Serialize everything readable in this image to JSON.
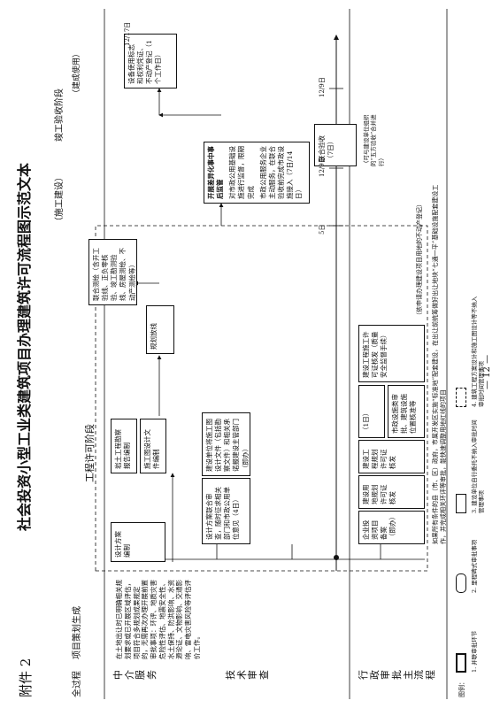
{
  "header": {
    "attachment": "附件 2",
    "title": "社会投资小型工业类建筑项目办理建筑许可流程图示范文本",
    "subtitle": "（建成使用）"
  },
  "left_axis": {
    "overall": "全过程",
    "plan": "项目策划生成",
    "intermediary": [
      "中",
      "介",
      "服",
      "务"
    ],
    "tech_review": [
      "技",
      "术",
      "审",
      "查"
    ],
    "admin": [
      "行",
      "政",
      "审",
      "批",
      "主",
      "流",
      "程"
    ]
  },
  "stages": {
    "permit": "工程许可阶段",
    "construction": "（施工建设）",
    "acceptance": "竣工验收阶段"
  },
  "plan_note": "在土地出让时已明确相关规划要求或已开展区域评估，项目符合多规划成果规定的，无需再次办理开展前置审批事项：环评、地质灾害危险性评估、地震安全性、水土保持、防洪影响、水资源论证、文物影响、交通影响、雷电灾害风险等评估评价工作。",
  "boxes": {
    "design": "设计方案编制",
    "survey": "岩土工程勘察报告编制",
    "drawings": "施工图设计文件编制",
    "locate": "规划放线",
    "joint_survey": "联合测绘（含开工验线、正负零核验、竣工勘测验线、房屋测绘、不动产测绘等）",
    "design_review": "设计方案联合审查，随时征求相关部门和市政公用单位意见（4日）",
    "drawing_review": "建设单位将施工图设计文件（包括勘察文件）和相关承诺报建设主管部门（即办）",
    "filing": "企业投资项目备案（即办）",
    "land_permit": "建设用地规划许可证核发",
    "project_permit": "建设工程规划许可证核发",
    "duration": "（1日）",
    "municipal": "市政设施类审批、建筑设施位置核准等",
    "construction_permit": "建设工程施工许可证核发（质量安全监督手续）",
    "process_note": "（依申请办理建设项目用地的不动产登记）",
    "supervision": "开展差异化事中事后监管",
    "mid_check": "对市政公用基础设施进行监督，限期完成",
    "utility": "市政公用服务企业主动服务，在联合验收前完成市政设施接入（7日/14日）",
    "joint_acceptance": "联合验收（7日）",
    "acceptance_note": "（可与建设单位组织的“五方验收”合并进行）",
    "certificate": "设备使用标志和权利凭证、不动产登记（1个工作日）"
  },
  "durations": {
    "d5": "5日",
    "d12a": "12/9日",
    "d12b": "12/9日",
    "d12c": "12/17日"
  },
  "footnote": "如果所有条件的县（市、区）政府，市属开发区实施“标准地”配套建设，在出让前统筹做好出让地块“七通一平”基础设施配套建设工作，并完成相关环评等审批，能快速调整用地红线的项目",
  "legend": {
    "title": "图例：",
    "items": [
      "1. 并联审批环节",
      "2. 里程碑式审批事项",
      "3. 建设单位自行委托不纳入审批时间管理事项",
      "4. 建筑工程方案设计和施工图设计等不纳入审批时间管理事项"
    ]
  },
  "page_number": "— 12 —"
}
